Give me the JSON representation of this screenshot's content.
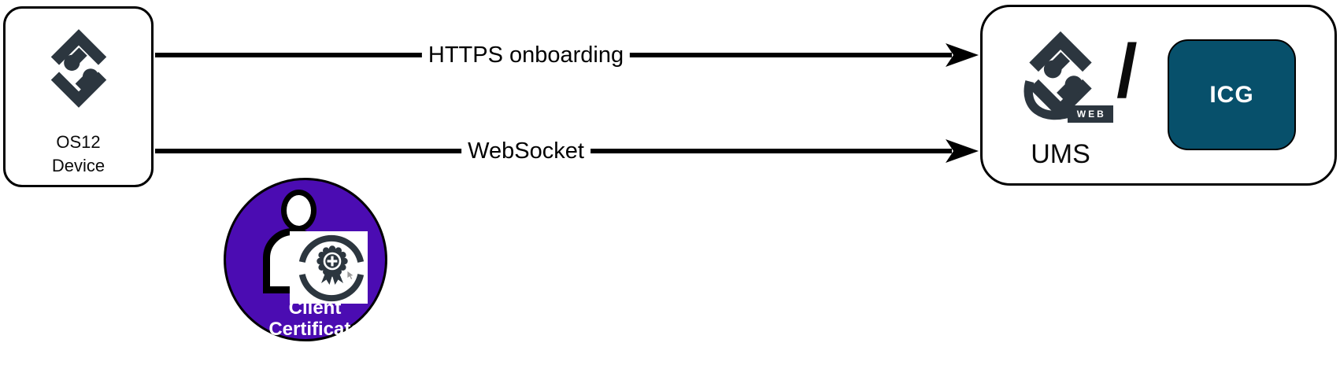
{
  "diagram": {
    "device_node": {
      "icon": "igel-logo",
      "line1": "OS12",
      "line2": "Device"
    },
    "connections": [
      {
        "label": "HTTPS onboarding",
        "direction": "right",
        "style": "solid-arrow"
      },
      {
        "label": "WebSocket",
        "direction": "right",
        "style": "solid-arrow"
      }
    ],
    "server_node": {
      "icon": "igel-web-logo",
      "web_badge": "WEB",
      "separator": "/",
      "label": "UMS",
      "icg": {
        "label": "ICG",
        "color": "#07506B"
      }
    },
    "certificate_badge": {
      "icon": "person-certificate-icon",
      "line1": "Client",
      "line2": "Certificate",
      "color": "#4B0CB2"
    },
    "colors": {
      "logo_slate": "#2C363F",
      "icg_teal": "#07506B",
      "certificate_purple": "#4B0CB2",
      "arrow": "#000000",
      "background": "#FFFFFF"
    }
  }
}
